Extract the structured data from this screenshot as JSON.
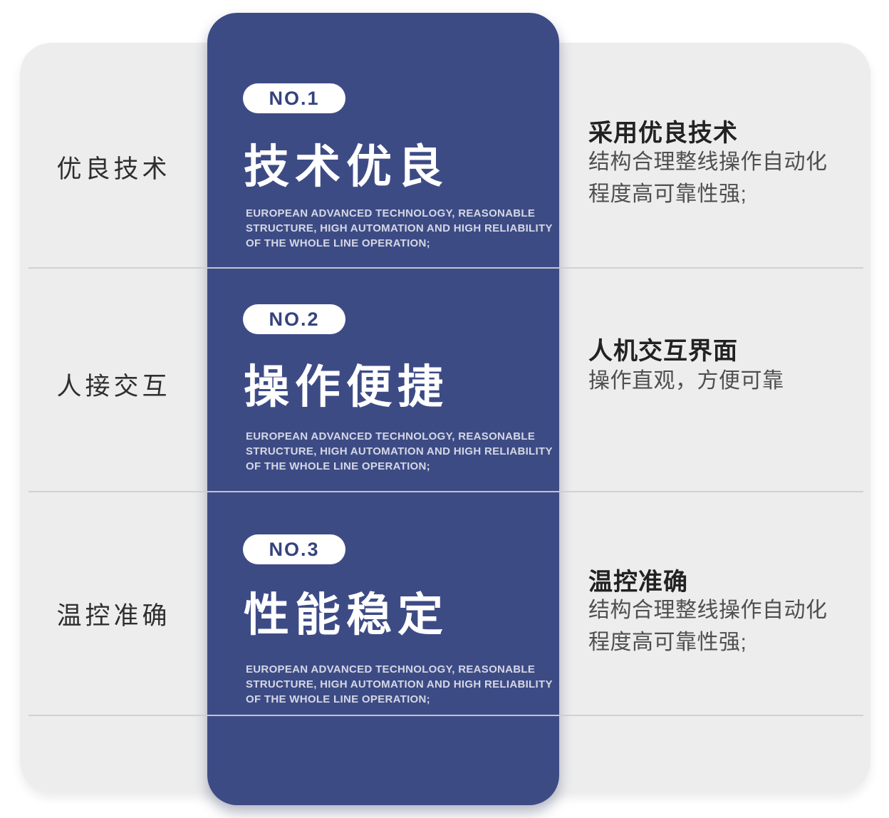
{
  "colors": {
    "page_background": "#ffffff",
    "panel_background": "#ededee",
    "card_background": "#3d4b85",
    "badge_background": "#ffffff",
    "badge_text": "#35437d",
    "divider": "#cdced4",
    "card_title_text": "#ffffff",
    "caption_text": "#c9d0e0",
    "left_label_text": "#2f2f2f",
    "right_heading_text": "#222222",
    "right_body_text": "#4f4f4f"
  },
  "sections": [
    {
      "left_label": "优良技术",
      "badge": "NO.1",
      "title": "技术优良",
      "caption_lines": [
        "EUROPEAN ADVANCED TECHNOLOGY, REASONABLE",
        "STRUCTURE, HIGH AUTOMATION AND HIGH RELIABILITY",
        "OF THE WHOLE LINE OPERATION;"
      ],
      "right_heading": "采用优良技术",
      "right_body_lines": [
        "结构合理整线操作自动化",
        "程度高可靠性强;"
      ]
    },
    {
      "left_label": "人接交互",
      "badge": "NO.2",
      "title": "操作便捷",
      "caption_lines": [
        "EUROPEAN ADVANCED TECHNOLOGY, REASONABLE",
        "STRUCTURE, HIGH AUTOMATION AND HIGH RELIABILITY",
        "OF THE WHOLE LINE OPERATION;"
      ],
      "right_heading": "人机交互界面",
      "right_body_lines": [
        "操作直观，方便可靠"
      ]
    },
    {
      "left_label": "温控准确",
      "badge": "NO.3",
      "title": "性能稳定",
      "caption_lines": [
        "EUROPEAN ADVANCED TECHNOLOGY, REASONABLE",
        "STRUCTURE, HIGH AUTOMATION AND HIGH RELIABILITY",
        "OF THE WHOLE LINE OPERATION;"
      ],
      "right_heading": "温控准确",
      "right_body_lines": [
        "结构合理整线操作自动化",
        "程度高可靠性强;"
      ]
    }
  ]
}
